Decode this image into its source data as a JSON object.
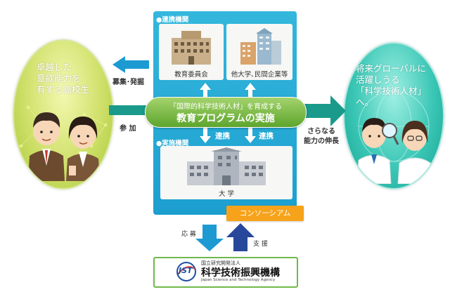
{
  "left_group": {
    "text_lines": [
      "卓越した",
      "意欲能力を",
      "有する高校生"
    ]
  },
  "right_group": {
    "text_lines": [
      "将来グローバルに",
      "活躍しうる",
      "「科学技術人材」へ。"
    ]
  },
  "arrows": {
    "recruit": "募集･発掘",
    "participate": "参 加",
    "growth_line1": "さらなる",
    "growth_line2": "能力の伸長",
    "apply": "応 募",
    "support": "支 援"
  },
  "center": {
    "partner_label": "●連携機関",
    "board_caption": "教育委員会",
    "other_caption": "他大学､民間企業等",
    "banner_line1": "「国際的科学技術人材」を育成する",
    "banner_line2": "教育プログラムの実施",
    "link_left": "連携",
    "link_right": "連携",
    "impl_label": "●実施機関",
    "university_caption": "大 学",
    "consortium": "コンソーシアム"
  },
  "jst": {
    "logo_text": "JST",
    "org_small": "国立研究開発法人",
    "org_name": "科学技術振興機構",
    "org_english": "Japan Science and Technology Agency"
  },
  "colors": {
    "panel_blue": "#22a7d5",
    "banner_green": "#7cbf45",
    "arrow_teal": "#1a9a8a",
    "arrow_blue": "#1d9ad2",
    "arrow_navy": "#27479a",
    "consortium_orange": "#f6a31b"
  }
}
